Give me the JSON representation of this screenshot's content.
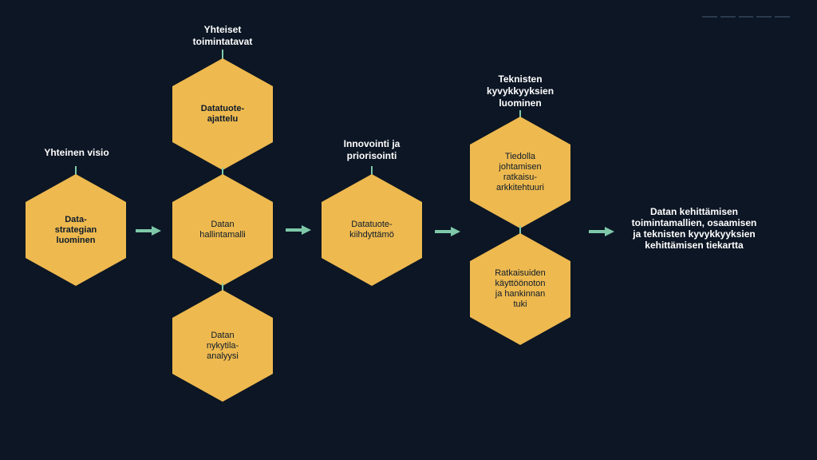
{
  "colors": {
    "background": "#0c1624",
    "hexagon": "#eeb94f",
    "connector": "#7ec8a9",
    "arrow": "#7ec8a9",
    "hex_text": "#0d1b2a",
    "label_text": "#ffffff"
  },
  "labels": {
    "col1": "Yhteinen visio",
    "col2": "Yhteiset\ntoimintatavat",
    "col3": "Innovointi ja\npriorisointi",
    "col4": "Teknisten\nkyvykkyyksien\nluominen"
  },
  "hexagons": {
    "strategy": "Data-\nstrategian\nluominen",
    "datatuote_ajattelu": "Datatuote-\najattelu",
    "hallintamalli": "Datan\nhallintamalli",
    "nykytila": "Datan\nnykytila-\nanalyysi",
    "kiihdyttamo": "Datatuote-\nkiihdyttämö",
    "arkkitehtuuri": "Tiedolla\njohtamisen\nratkaisu-\narkkitehtuuri",
    "kayttoonotto": "Ratkaisuiden\nkäyttöönoton\nja hankinnan\ntuki"
  },
  "outcome": "Datan kehittämisen\ntoimintamallien, osaamisen\nja teknisten kyvykkyyksien\nkehittämisen tiekartta"
}
